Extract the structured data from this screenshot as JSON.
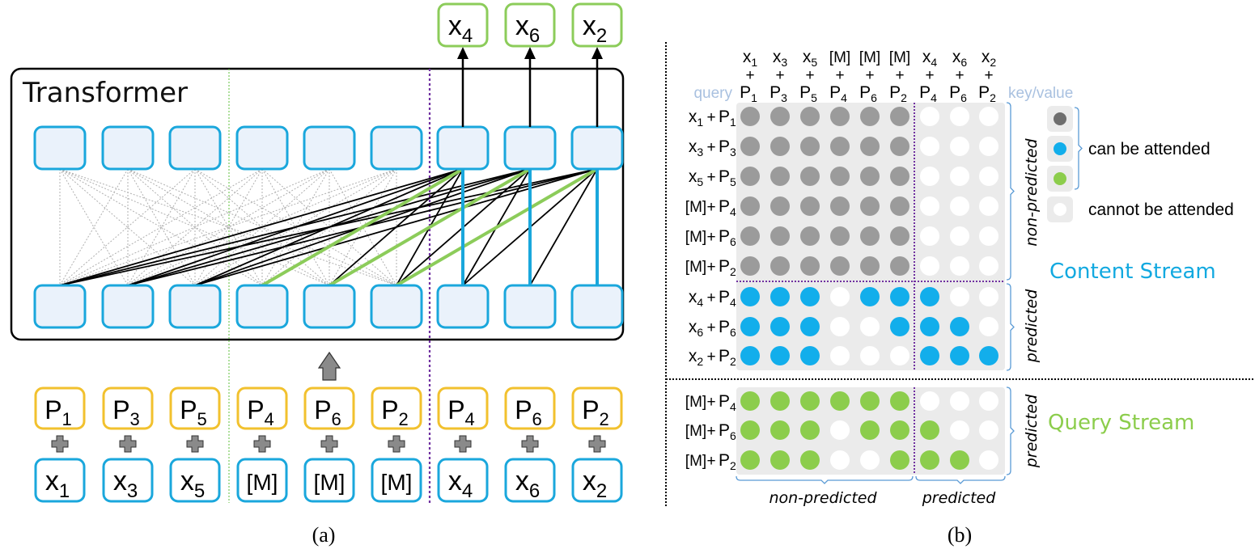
{
  "panel_a": {
    "caption": "(a)",
    "transformer_label": "Transformer",
    "outputs": [
      {
        "base": "x",
        "sub": "4"
      },
      {
        "base": "x",
        "sub": "6"
      },
      {
        "base": "x",
        "sub": "2"
      }
    ],
    "positions": [
      {
        "base": "P",
        "sub": "1"
      },
      {
        "base": "P",
        "sub": "3"
      },
      {
        "base": "P",
        "sub": "5"
      },
      {
        "base": "P",
        "sub": "4"
      },
      {
        "base": "P",
        "sub": "6"
      },
      {
        "base": "P",
        "sub": "2"
      },
      {
        "base": "P",
        "sub": "4"
      },
      {
        "base": "P",
        "sub": "6"
      },
      {
        "base": "P",
        "sub": "2"
      }
    ],
    "tokens": [
      {
        "base": "x",
        "sub": "1"
      },
      {
        "base": "x",
        "sub": "3"
      },
      {
        "base": "x",
        "sub": "5"
      },
      {
        "base": "[M]",
        "sub": ""
      },
      {
        "base": "[M]",
        "sub": ""
      },
      {
        "base": "[M]",
        "sub": ""
      },
      {
        "base": "x",
        "sub": "4"
      },
      {
        "base": "x",
        "sub": "6"
      },
      {
        "base": "x",
        "sub": "2"
      }
    ],
    "connections": {
      "dotted_full_group": [
        0,
        1,
        2,
        3,
        4,
        5
      ],
      "black": [
        [
          6,
          0
        ],
        [
          6,
          1
        ],
        [
          6,
          2
        ],
        [
          6,
          4
        ],
        [
          6,
          5
        ],
        [
          7,
          0
        ],
        [
          7,
          1
        ],
        [
          7,
          2
        ],
        [
          7,
          5
        ],
        [
          7,
          6
        ],
        [
          8,
          0
        ],
        [
          8,
          1
        ],
        [
          8,
          2
        ],
        [
          8,
          6
        ],
        [
          8,
          7
        ]
      ],
      "green": [
        [
          6,
          3
        ],
        [
          7,
          4
        ],
        [
          8,
          5
        ]
      ],
      "blue": [
        [
          6,
          6
        ],
        [
          7,
          7
        ],
        [
          8,
          8
        ]
      ]
    }
  },
  "panel_b": {
    "caption": "(b)",
    "query_header": "query",
    "keyvalue_header": "key/value",
    "columns": [
      {
        "tok": "x",
        "tsub": "1",
        "pos": "P",
        "psub": "1"
      },
      {
        "tok": "x",
        "tsub": "3",
        "pos": "P",
        "psub": "3"
      },
      {
        "tok": "x",
        "tsub": "5",
        "pos": "P",
        "psub": "5"
      },
      {
        "tok": "[M]",
        "tsub": "",
        "pos": "P",
        "psub": "4"
      },
      {
        "tok": "[M]",
        "tsub": "",
        "pos": "P",
        "psub": "6"
      },
      {
        "tok": "[M]",
        "tsub": "",
        "pos": "P",
        "psub": "2"
      },
      {
        "tok": "x",
        "tsub": "4",
        "pos": "P",
        "psub": "4"
      },
      {
        "tok": "x",
        "tsub": "6",
        "pos": "P",
        "psub": "6"
      },
      {
        "tok": "x",
        "tsub": "2",
        "pos": "P",
        "psub": "2"
      }
    ],
    "plus": "+",
    "content_rows": [
      {
        "tok": "x",
        "tsub": "1",
        "pos": "P",
        "psub": "1",
        "cells": "GGGGGGWWW"
      },
      {
        "tok": "x",
        "tsub": "3",
        "pos": "P",
        "psub": "3",
        "cells": "GGGGGGWWW"
      },
      {
        "tok": "x",
        "tsub": "5",
        "pos": "P",
        "psub": "5",
        "cells": "GGGGGGWWW"
      },
      {
        "tok": "[M]",
        "tsub": "",
        "pos": "P",
        "psub": "4",
        "cells": "GGGGGGWWW"
      },
      {
        "tok": "[M]",
        "tsub": "",
        "pos": "P",
        "psub": "6",
        "cells": "GGGGGGWWW"
      },
      {
        "tok": "[M]",
        "tsub": "",
        "pos": "P",
        "psub": "2",
        "cells": "GGGGGGWWW"
      },
      {
        "tok": "x",
        "tsub": "4",
        "pos": "P",
        "psub": "4",
        "cells": "BBBWBBBWW"
      },
      {
        "tok": "x",
        "tsub": "6",
        "pos": "P",
        "psub": "6",
        "cells": "BBBWWBBBW"
      },
      {
        "tok": "x",
        "tsub": "2",
        "pos": "P",
        "psub": "2",
        "cells": "BBBWWWBBB"
      }
    ],
    "query_rows": [
      {
        "tok": "[M]",
        "tsub": "",
        "pos": "P",
        "psub": "4",
        "cells": "LLLLLLWWW"
      },
      {
        "tok": "[M]",
        "tsub": "",
        "pos": "P",
        "psub": "6",
        "cells": "LLLWLLLWW"
      },
      {
        "tok": "[M]",
        "tsub": "",
        "pos": "P",
        "psub": "2",
        "cells": "LLLWWLLLW"
      }
    ],
    "side_labels": {
      "non_predicted": "non-predicted",
      "predicted_content": "predicted",
      "predicted_query": "predicted"
    },
    "bottom_labels": {
      "non_predicted": "non-predicted",
      "predicted": "predicted"
    },
    "legend": {
      "can_be_attended": "can be attended",
      "cannot_be_attended": "cannot be attended"
    },
    "content_stream_label": "Content Stream",
    "query_stream_label": "Query Stream"
  },
  "colors": {
    "node_blue": "#1aa7dc",
    "node_fill": "#eaf2fb",
    "pos_orange": "#f2c12e",
    "out_green": "#8ccc5a",
    "dot_gray": "#9b9b9b",
    "legend_dark": "#6e6e6e",
    "dot_blue": "#12aeeb",
    "dot_green": "#8ccd4c",
    "cell_bg": "#ebebeb",
    "purple": "#7030a0",
    "header_light": "#a9c1e0",
    "brace_blue": "#5b9bd5",
    "content_stream": "#12a9e0",
    "query_stream": "#8ccd4c"
  }
}
